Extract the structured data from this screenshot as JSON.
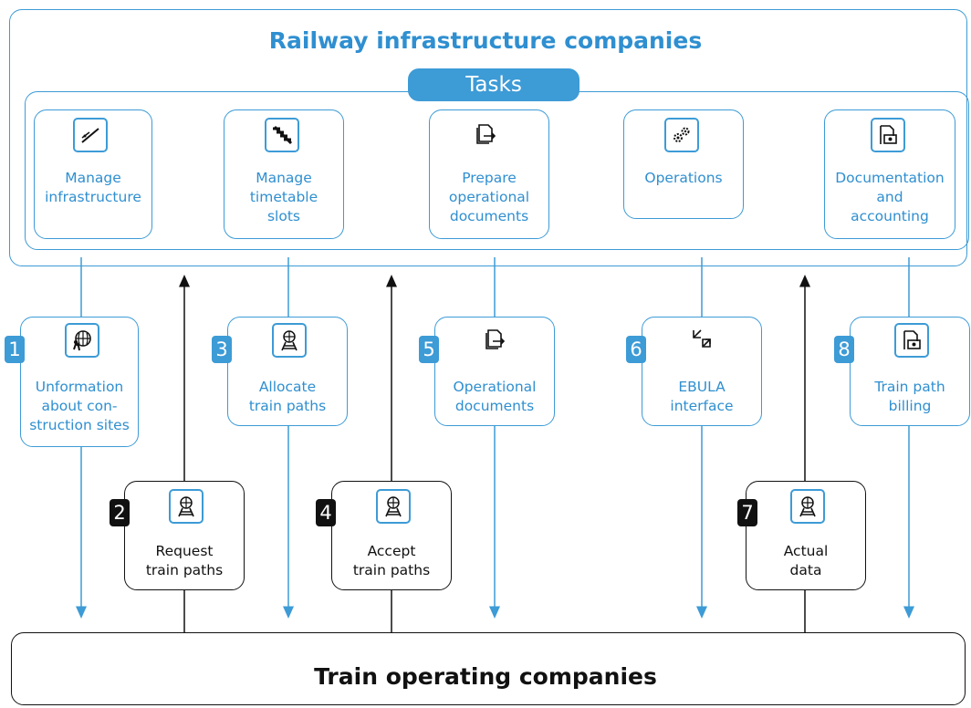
{
  "top_title": "Railway infrastructure companies",
  "tasks_label": "Tasks",
  "tasks": [
    {
      "label": "Manage\ninfrastructure",
      "icon": "railway-line-icon"
    },
    {
      "label": "Manage\ntimetable\nslots",
      "icon": "timetable-stairs-icon"
    },
    {
      "label": "Prepare\noperational\ndocuments",
      "icon": "document-export-icon"
    },
    {
      "label": "Operations",
      "icon": "gears-icon"
    },
    {
      "label": "Documentation\nand\naccounting",
      "icon": "money-document-icon"
    }
  ],
  "flows_infra": [
    {
      "number": "1",
      "label": "Unformation\nabout con-\nstruction sites",
      "icon": "globe-worker-icon"
    },
    {
      "number": "3",
      "label": "Allocate\ntrain paths",
      "icon": "globe-track-icon"
    },
    {
      "number": "5",
      "label": "Operational\ndocuments",
      "icon": "document-export-icon"
    },
    {
      "number": "6",
      "label": "EBULA\ninterface",
      "icon": "exchange-arrows-icon"
    },
    {
      "number": "8",
      "label": "Train path\nbilling",
      "icon": "money-document-icon"
    }
  ],
  "flows_operator": [
    {
      "number": "2",
      "label": "Request\ntrain paths",
      "icon": "globe-track-icon"
    },
    {
      "number": "4",
      "label": "Accept\ntrain paths",
      "icon": "globe-track-icon"
    },
    {
      "number": "7",
      "label": "Actual\ndata",
      "icon": "globe-track-icon"
    }
  ],
  "bottom_title": "Train operating companies",
  "colors": {
    "blue": "#3d9bd6",
    "title_blue": "#2f8fd0",
    "black": "#111111"
  }
}
